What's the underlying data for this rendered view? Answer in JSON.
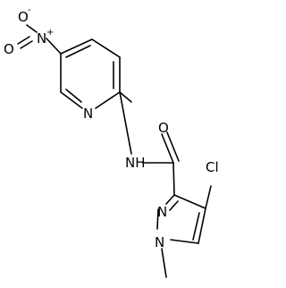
{
  "molecule": {
    "atoms": {
      "nitro_o_minus": {
        "label": "O",
        "charge": "-"
      },
      "nitro_n_plus": {
        "label": "N",
        "charge": "+"
      },
      "nitro_o": {
        "label": "O"
      },
      "pyridine_n": {
        "label": "N"
      },
      "amide_nh": {
        "label": "NH"
      },
      "carbonyl_o": {
        "label": "O"
      },
      "chlorine": {
        "label": "Cl"
      },
      "pyrazole_n2": {
        "label": "N"
      },
      "pyrazole_n1": {
        "label": "N"
      }
    }
  }
}
